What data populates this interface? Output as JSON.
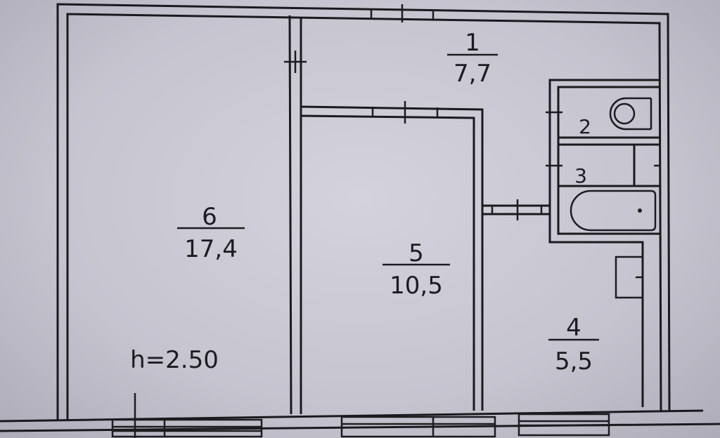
{
  "rooms": [
    {
      "number": "1",
      "area": "7,7"
    },
    {
      "number": "2"
    },
    {
      "number": "3"
    },
    {
      "number": "4",
      "area": "5,5"
    },
    {
      "number": "5",
      "area": "10,5"
    },
    {
      "number": "6",
      "area": "17,4"
    }
  ],
  "ceiling_height": "h=2.50"
}
